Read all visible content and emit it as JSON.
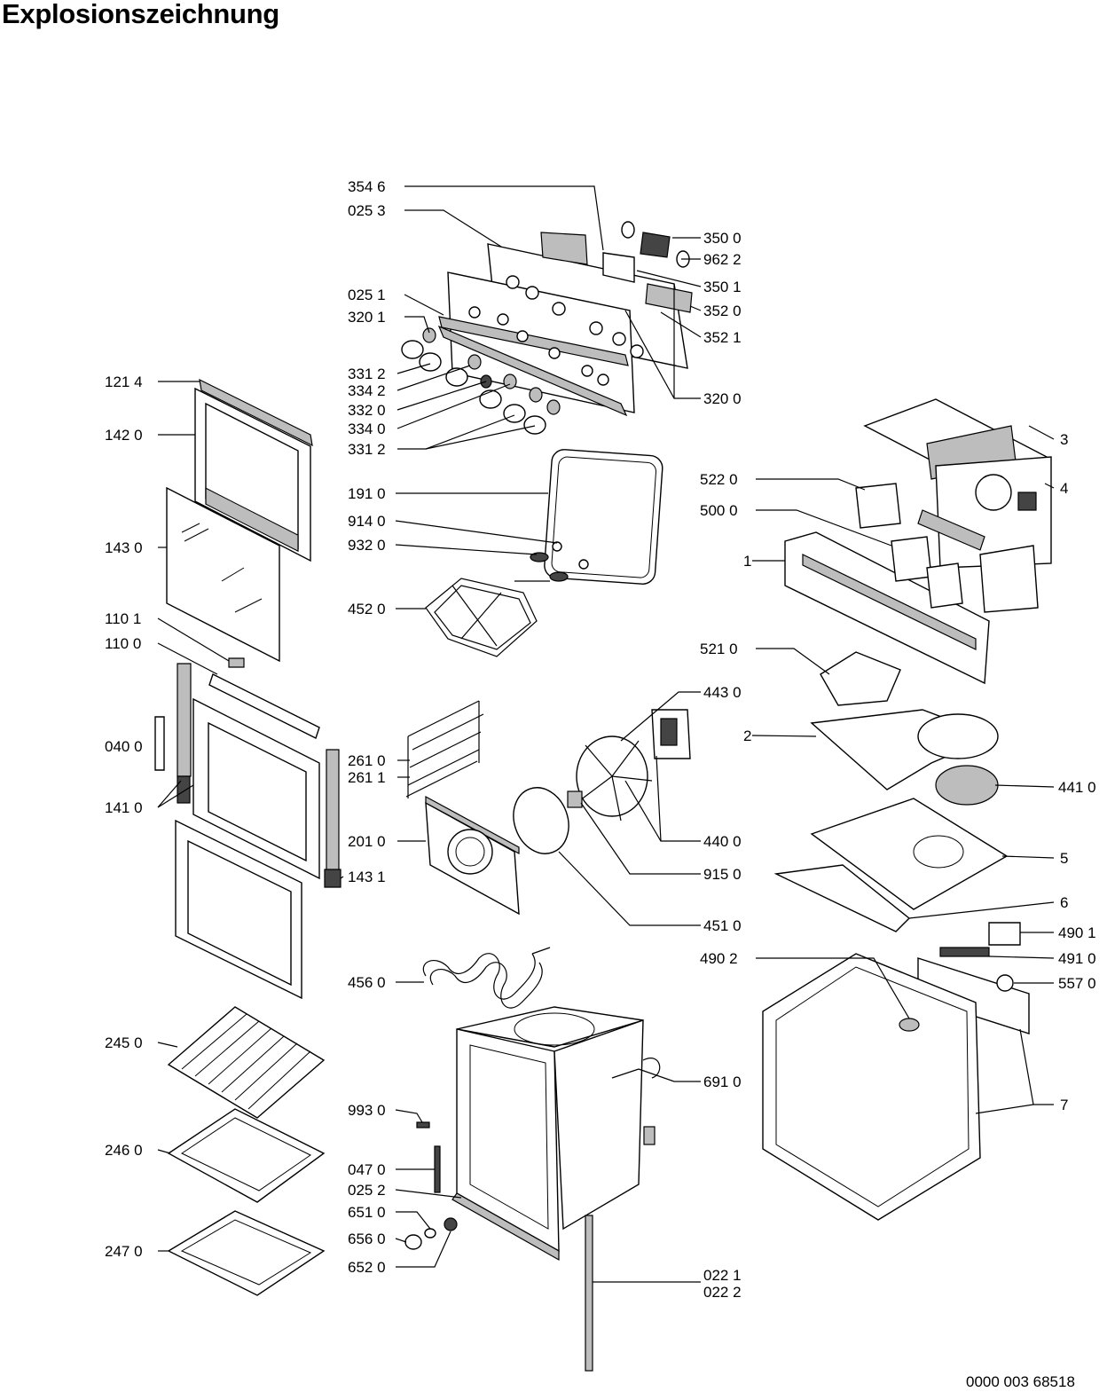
{
  "title": "Explosionszeichnung",
  "document_number": "0000 003 68518",
  "callouts": [
    {
      "id": "c3546",
      "text": "354 6"
    },
    {
      "id": "c0253",
      "text": "025 3"
    },
    {
      "id": "c3500",
      "text": "350 0"
    },
    {
      "id": "c9622",
      "text": "962 2"
    },
    {
      "id": "c3501",
      "text": "350 1"
    },
    {
      "id": "c0251",
      "text": "025 1"
    },
    {
      "id": "c3201",
      "text": "320 1"
    },
    {
      "id": "c3520",
      "text": "352 0"
    },
    {
      "id": "c3521",
      "text": "352 1"
    },
    {
      "id": "c3312a",
      "text": "331 2"
    },
    {
      "id": "c3342",
      "text": "334 2"
    },
    {
      "id": "c3320",
      "text": "332 0"
    },
    {
      "id": "c3340",
      "text": "334 0"
    },
    {
      "id": "c3312b",
      "text": "331 2"
    },
    {
      "id": "c3200",
      "text": "320 0"
    },
    {
      "id": "c1214",
      "text": "121 4"
    },
    {
      "id": "c1420",
      "text": "142 0"
    },
    {
      "id": "c3",
      "text": "3"
    },
    {
      "id": "c4",
      "text": "4"
    },
    {
      "id": "c5220",
      "text": "522 0"
    },
    {
      "id": "c5000",
      "text": "500 0"
    },
    {
      "id": "c1910",
      "text": "191 0"
    },
    {
      "id": "c9140",
      "text": "914 0"
    },
    {
      "id": "c9320",
      "text": "932 0"
    },
    {
      "id": "c1430",
      "text": "143 0"
    },
    {
      "id": "c1",
      "text": "1"
    },
    {
      "id": "c4520",
      "text": "452 0"
    },
    {
      "id": "c1101",
      "text": "110 1"
    },
    {
      "id": "c1100",
      "text": "110 0"
    },
    {
      "id": "c5210",
      "text": "521 0"
    },
    {
      "id": "c4430",
      "text": "443 0"
    },
    {
      "id": "c2",
      "text": "2"
    },
    {
      "id": "c0400",
      "text": "040 0"
    },
    {
      "id": "c2610",
      "text": "261 0"
    },
    {
      "id": "c2611",
      "text": "261 1"
    },
    {
      "id": "c4410",
      "text": "441 0"
    },
    {
      "id": "c1410",
      "text": "141 0"
    },
    {
      "id": "c2010",
      "text": "201 0"
    },
    {
      "id": "c4400",
      "text": "440 0"
    },
    {
      "id": "c5",
      "text": "5"
    },
    {
      "id": "c1431",
      "text": "143 1"
    },
    {
      "id": "c9150",
      "text": "915 0"
    },
    {
      "id": "c6",
      "text": "6"
    },
    {
      "id": "c4510",
      "text": "451 0"
    },
    {
      "id": "c4901",
      "text": "490 1"
    },
    {
      "id": "c4902",
      "text": "490 2"
    },
    {
      "id": "c4910",
      "text": "491 0"
    },
    {
      "id": "c4560",
      "text": "456 0"
    },
    {
      "id": "c5570",
      "text": "557 0"
    },
    {
      "id": "c2450",
      "text": "245 0"
    },
    {
      "id": "c6910",
      "text": "691 0"
    },
    {
      "id": "c7",
      "text": "7"
    },
    {
      "id": "c9930",
      "text": "993 0"
    },
    {
      "id": "c2460",
      "text": "246 0"
    },
    {
      "id": "c0470",
      "text": "047 0"
    },
    {
      "id": "c0252",
      "text": "025 2"
    },
    {
      "id": "c6510",
      "text": "651 0"
    },
    {
      "id": "c6560",
      "text": "656 0"
    },
    {
      "id": "c2470",
      "text": "247 0"
    },
    {
      "id": "c6520",
      "text": "652 0"
    },
    {
      "id": "c0221",
      "text": "022 1"
    },
    {
      "id": "c0222",
      "text": "022 2"
    }
  ]
}
